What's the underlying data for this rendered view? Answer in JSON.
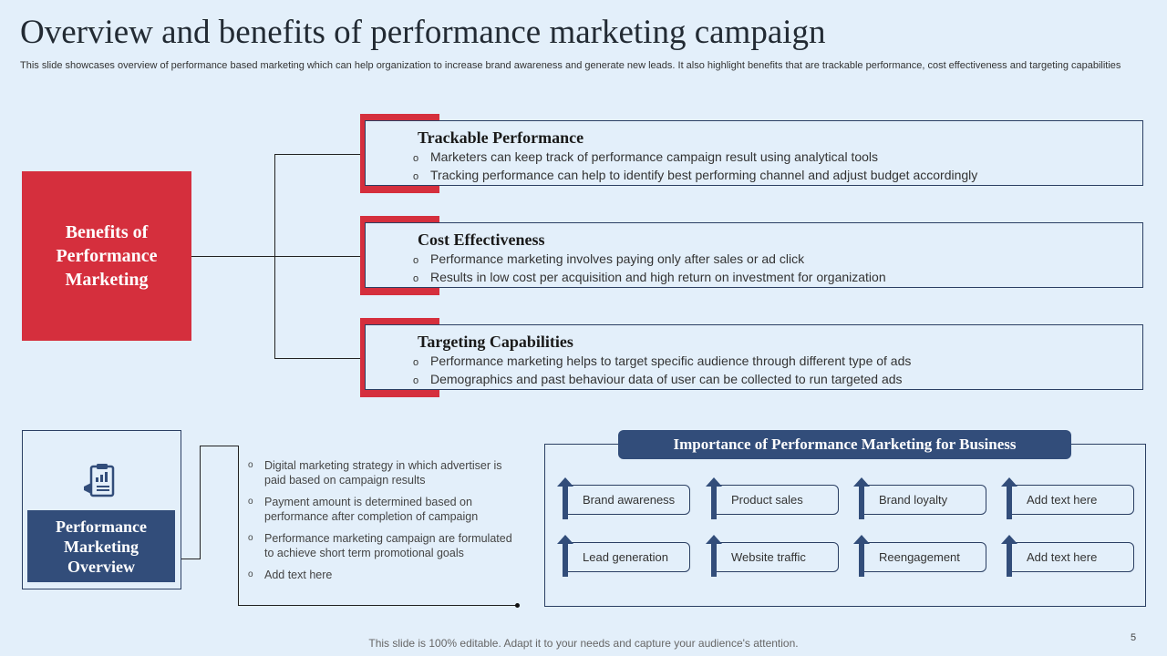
{
  "title": "Overview and benefits of performance marketing campaign",
  "subtitle": "This slide showcases overview of performance based marketing which can help organization to increase brand awareness and generate new leads. It also highlight benefits that are trackable performance, cost effectiveness and targeting capabilities",
  "benefits_label": "Benefits of Performance Marketing",
  "cards": [
    {
      "title": "Trackable Performance",
      "bullets": [
        "Marketers can keep track of performance campaign result using analytical tools",
        "Tracking performance can help to identify best performing channel and adjust budget accordingly"
      ]
    },
    {
      "title": "Cost Effectiveness",
      "bullets": [
        "Performance marketing involves paying only after sales or ad click",
        "Results in low cost per acquisition and high return on investment for organization"
      ]
    },
    {
      "title": "Targeting Capabilities",
      "bullets": [
        "Performance marketing helps to target specific audience through different type of ads",
        "Demographics and past behaviour data of user can be collected to run targeted ads"
      ]
    }
  ],
  "bullet_glyph": "o",
  "overview": {
    "label": "Performance Marketing Overview",
    "icon": "clipboard-megaphone-icon",
    "items": [
      "Digital marketing strategy in which advertiser is paid based on campaign results",
      "Payment amount is determined based on performance after completion of campaign",
      "Performance marketing campaign are formulated to achieve short term promotional goals",
      "Add text here"
    ]
  },
  "importance": {
    "header": "Importance of Performance Marketing for Business",
    "items": [
      "Brand awareness",
      "Product sales",
      "Brand loyalty",
      "Add text here",
      "Lead generation",
      "Website traffic",
      "Reengagement",
      "Add text here"
    ],
    "icon": "arrow-up-icon"
  },
  "footer": "This slide is 100% editable. Adapt it to your needs and capture your audience's attention.",
  "page_number": "5",
  "colors": {
    "accent_red": "#d52f3d",
    "navy": "#324d7a",
    "background": "#e3effa"
  }
}
